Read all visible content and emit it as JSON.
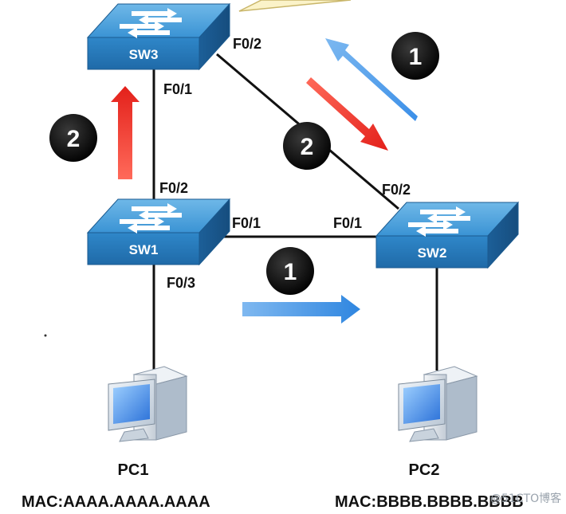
{
  "switches": {
    "sw1": {
      "label": "SW1"
    },
    "sw2": {
      "label": "SW2"
    },
    "sw3": {
      "label": "SW3"
    }
  },
  "ports": {
    "sw3_f02": "F0/2",
    "sw3_f01": "F0/1",
    "sw1_f02": "F0/2",
    "sw1_f01": "F0/1",
    "sw1_f03": "F0/3",
    "sw2_f01": "F0/1",
    "sw2_f02": "F0/2"
  },
  "badges": {
    "top_right": "1",
    "left": "2",
    "middle": "2",
    "bottom": "1"
  },
  "arrow_colors": {
    "blue": "#3d8fe6",
    "red": "#ee3124"
  },
  "hosts": {
    "pc1": {
      "label": "PC1",
      "mac": "MAC:AAAA.AAAA.AAAA"
    },
    "pc2": {
      "label": "PC2",
      "mac": "MAC:BBBB.BBBB.BBBB"
    }
  },
  "watermark": "@51CTO博客"
}
